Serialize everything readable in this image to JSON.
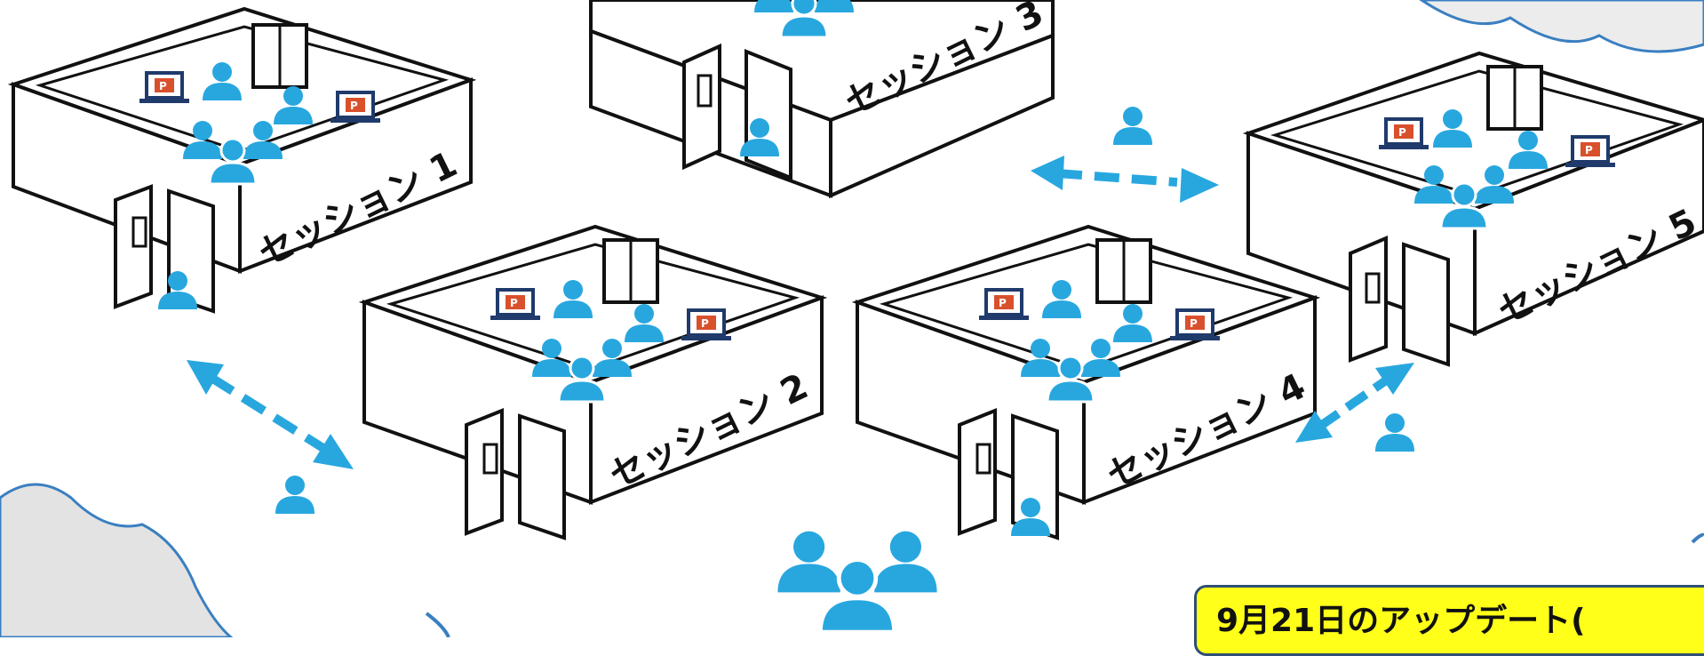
{
  "rooms": [
    {
      "id": 1,
      "label": "セッション 1"
    },
    {
      "id": 2,
      "label": "セッション 2"
    },
    {
      "id": 3,
      "label": "セッション 3"
    },
    {
      "id": 4,
      "label": "セッション 4"
    },
    {
      "id": 5,
      "label": "セッション 5"
    }
  ],
  "note": {
    "text": "9月21日のアップデート("
  },
  "colors": {
    "accent": "#28a7df",
    "line": "#111111",
    "cloud_edge": "#3a7fc1",
    "note_bg": "#ffff1a"
  },
  "icons": [
    "person-icon",
    "group-icon",
    "laptop-powerpoint-icon",
    "door-icon",
    "window-icon",
    "double-arrow-icon"
  ]
}
